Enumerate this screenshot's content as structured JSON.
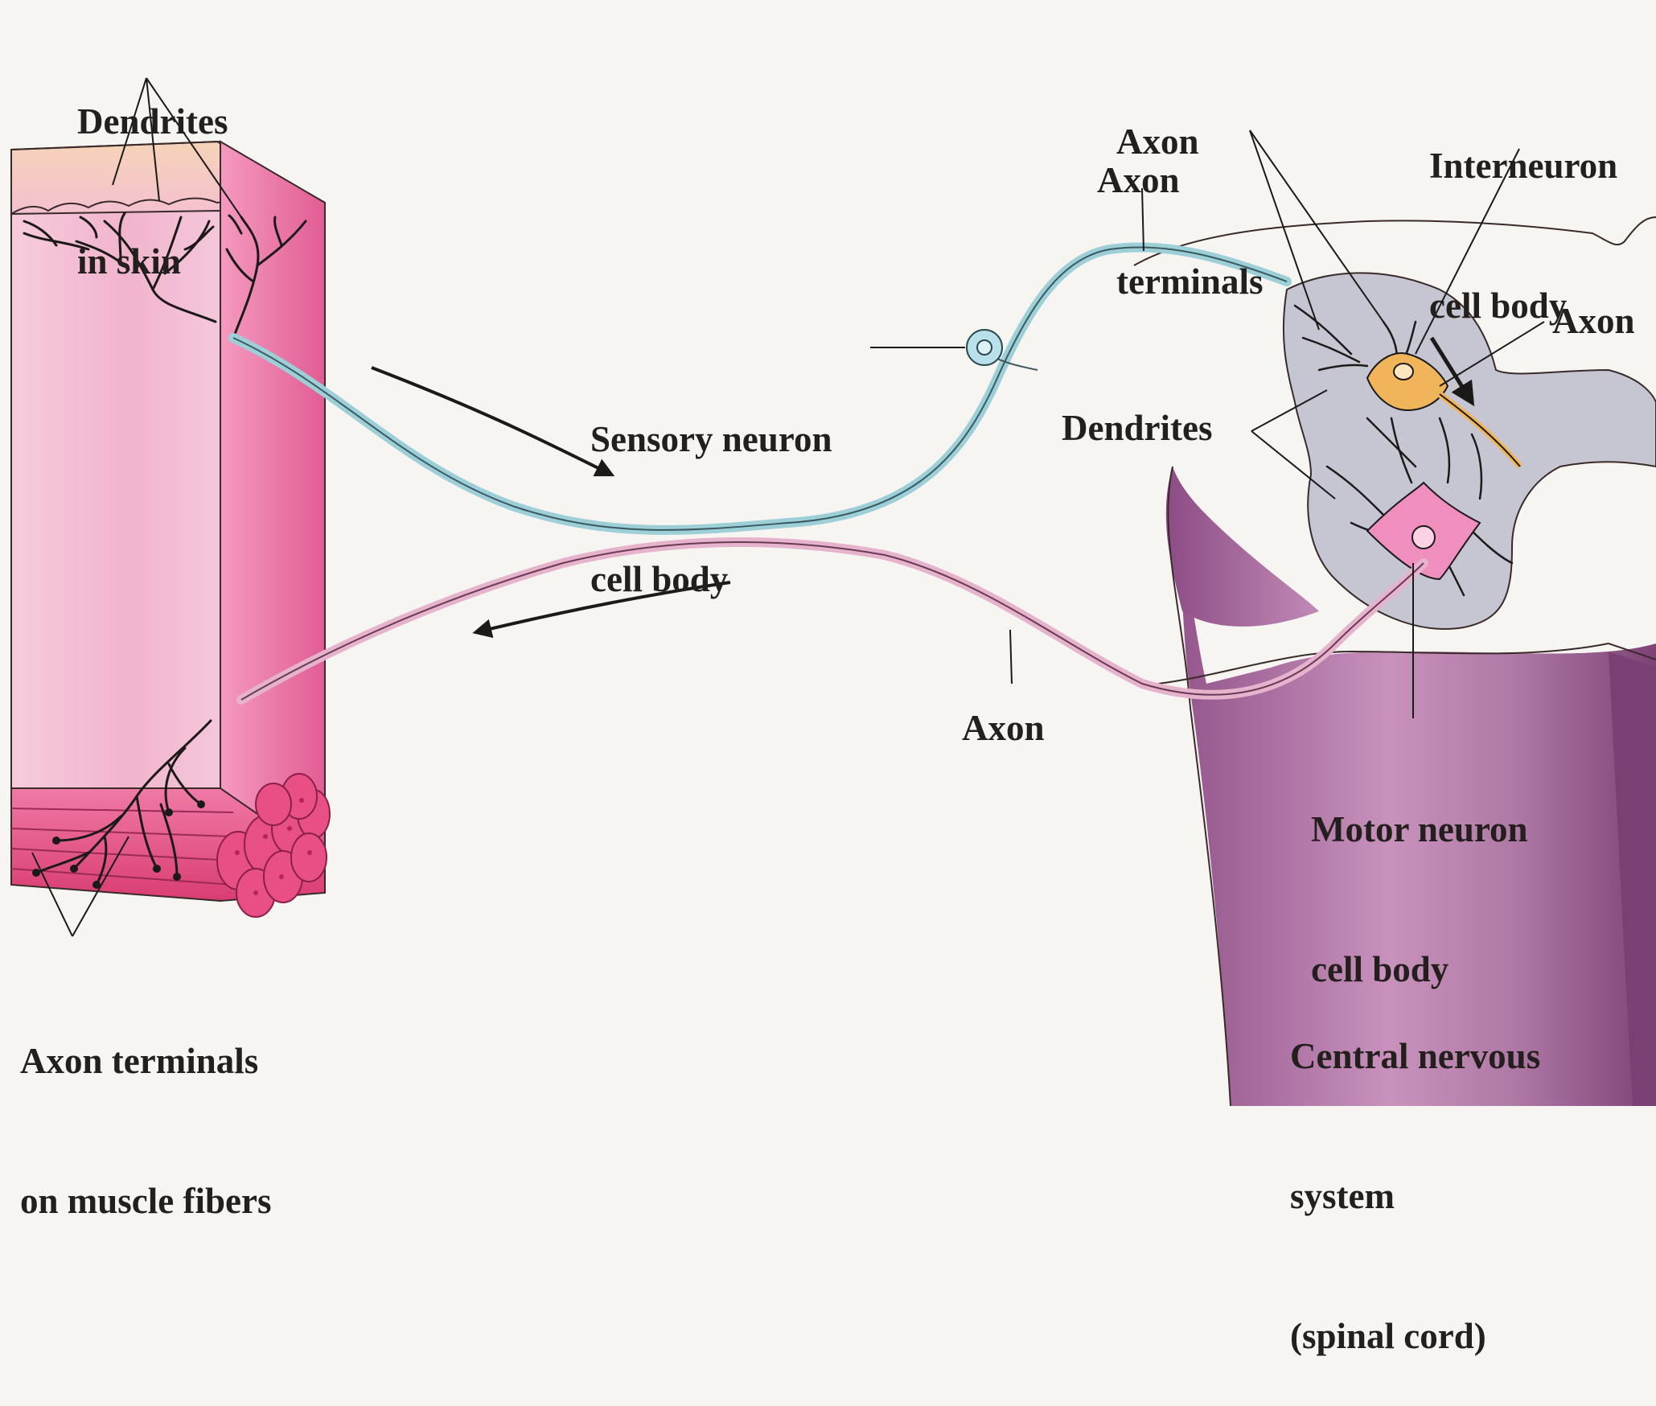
{
  "labels": {
    "dendrites_skin": [
      "Dendrites",
      "in skin"
    ],
    "axon_terminals_top": [
      "Axon",
      "terminals"
    ],
    "interneuron_cell_body": [
      "Interneuron",
      "cell body"
    ],
    "axon_top": "Axon",
    "axon_right": "Axon",
    "sensory_neuron_cell_body": [
      "Sensory neuron",
      "cell body"
    ],
    "dendrites_cns": "Dendrites",
    "axon_motor": "Axon",
    "motor_neuron_cell_body": [
      "Motor neuron",
      "cell body"
    ],
    "axon_terminals_muscle": [
      "Axon terminals",
      "on muscle fibers"
    ],
    "cns": [
      "Central nervous",
      "system",
      "(spinal cord)"
    ]
  },
  "colors": {
    "background": "#f7f5f1",
    "skin_pink": "#e87fa8",
    "muscle_red": "#e04a7e",
    "sensory_axon": "#9ccfd8",
    "motor_axon": "#e6b3cd",
    "gray_matter": "#c7c7d3",
    "cns_purple": "#a8689b",
    "interneuron": "#f0b55b",
    "motor_neuron_body": "#f08fbe",
    "label_text": "#231f1c"
  }
}
